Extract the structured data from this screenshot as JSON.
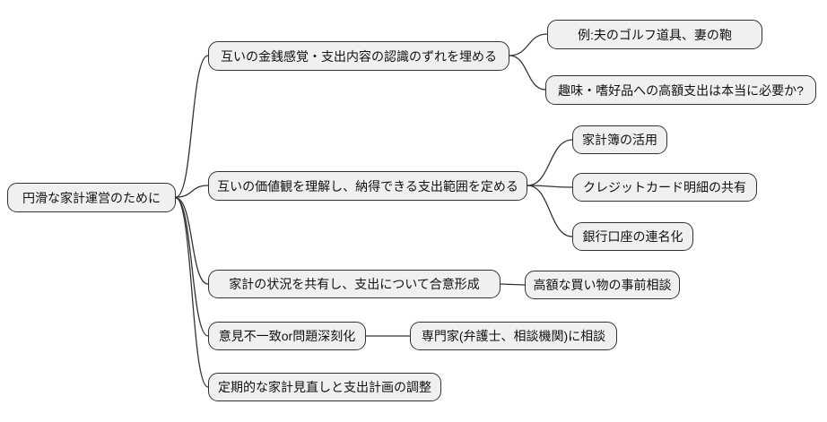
{
  "mindmap": {
    "root": {
      "label": "円滑な家計運営のために"
    },
    "branches": [
      {
        "label": "互いの金銭感覚・支出内容の認識のずれを埋める",
        "children": [
          {
            "label": "例:夫のゴルフ道具、妻の鞄"
          },
          {
            "label": "趣味・嗜好品への高額支出は本当に必要か?"
          }
        ]
      },
      {
        "label": "互いの価値観を理解し、納得できる支出範囲を定める",
        "children": [
          {
            "label": "家計簿の活用"
          },
          {
            "label": "クレジットカード明細の共有"
          },
          {
            "label": "銀行口座の連名化"
          }
        ]
      },
      {
        "label": "家計の状況を共有し、支出について合意形成",
        "children": [
          {
            "label": "高額な買い物の事前相談"
          }
        ]
      },
      {
        "label": "意見不一致or問題深刻化",
        "children": [
          {
            "label": "専門家(弁護士、相談機関)に相談"
          }
        ]
      },
      {
        "label": "定期的な家計見直しと支出計画の調整",
        "children": []
      }
    ]
  },
  "style": {
    "node_fill": "#f0f0f0",
    "node_border": "#333333",
    "edge_color": "#333333",
    "background": "#ffffff"
  }
}
